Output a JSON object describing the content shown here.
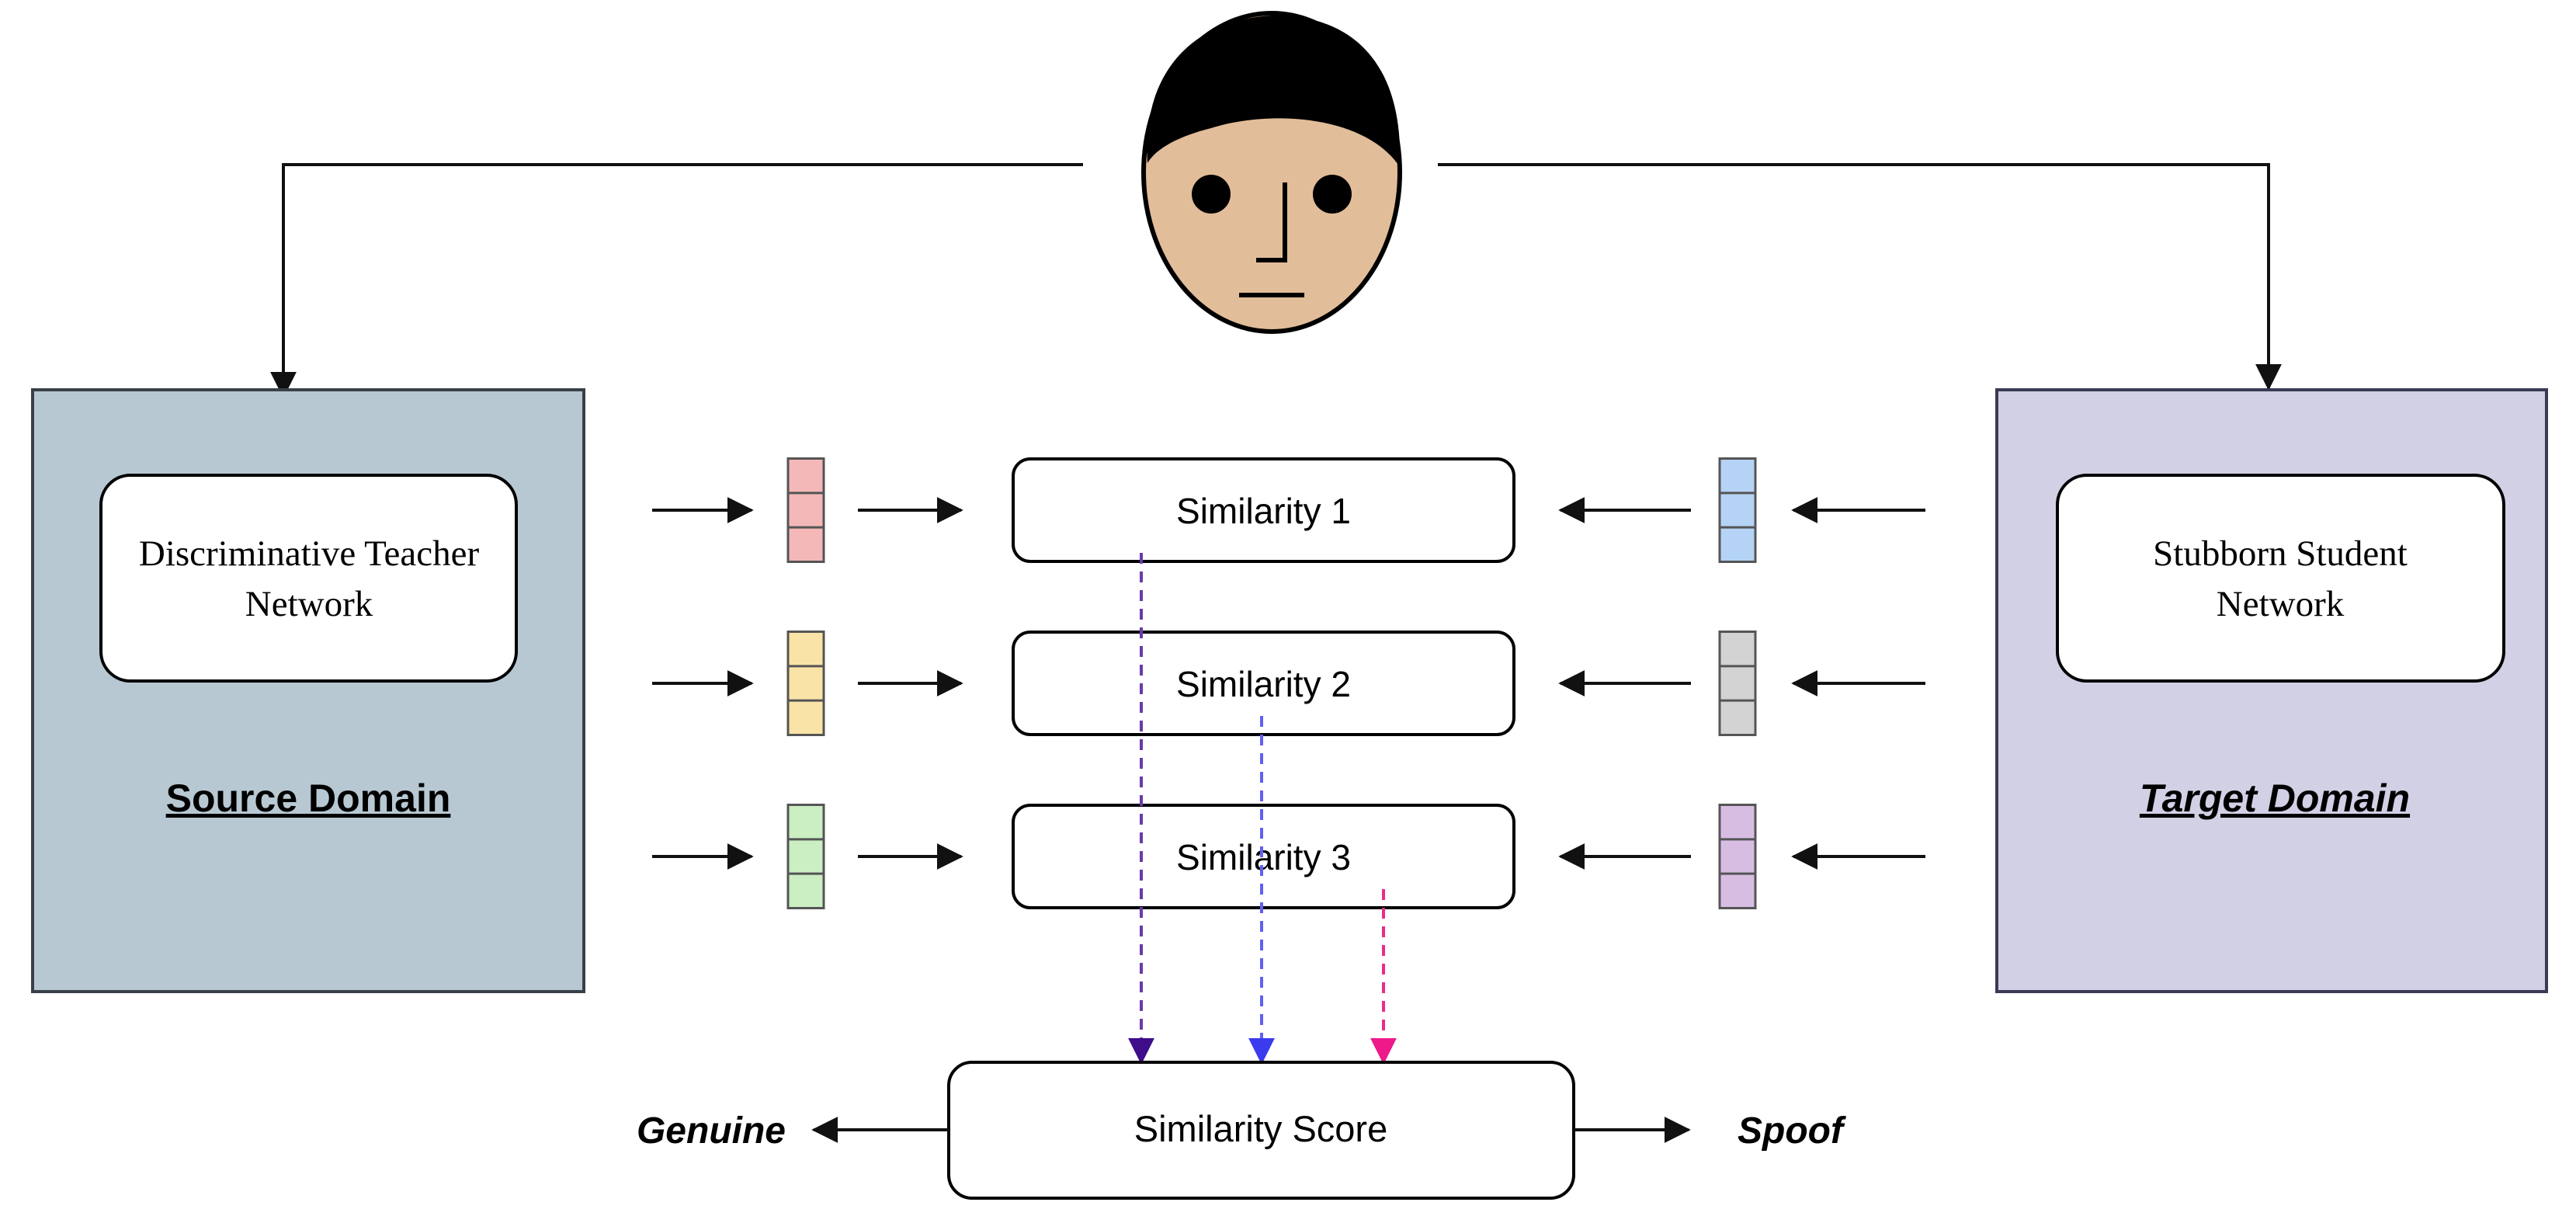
{
  "source_panel": {
    "network_label_line1": "Discriminative Teacher",
    "network_label_line2": "Network",
    "domain_label": "Source Domain",
    "fill": "#b8c8d2"
  },
  "target_panel": {
    "network_label_line1": "Stubborn Student",
    "network_label_line2": "Network",
    "domain_label": "Target Domain",
    "fill": "#d1d0e5"
  },
  "similarities": [
    {
      "label": "Similarity 1",
      "source_vector_color": "#f4b8b8",
      "target_vector_color": "#b5d3f5"
    },
    {
      "label": "Similarity 2",
      "source_vector_color": "#fae3a6",
      "target_vector_color": "#d3d3d3"
    },
    {
      "label": "Similarity 3",
      "source_vector_color": "#cbeec3",
      "target_vector_color": "#d8bde3"
    }
  ],
  "score_box": {
    "label": "Similarity Score"
  },
  "outputs": {
    "left": "Genuine",
    "right": "Spoof"
  },
  "dashed_line_colors": [
    "#5a2a9a",
    "#4a4af0",
    "#ee2a8a"
  ],
  "face_icon": {
    "skin": "#e2bd9a",
    "hair": "#000000"
  }
}
